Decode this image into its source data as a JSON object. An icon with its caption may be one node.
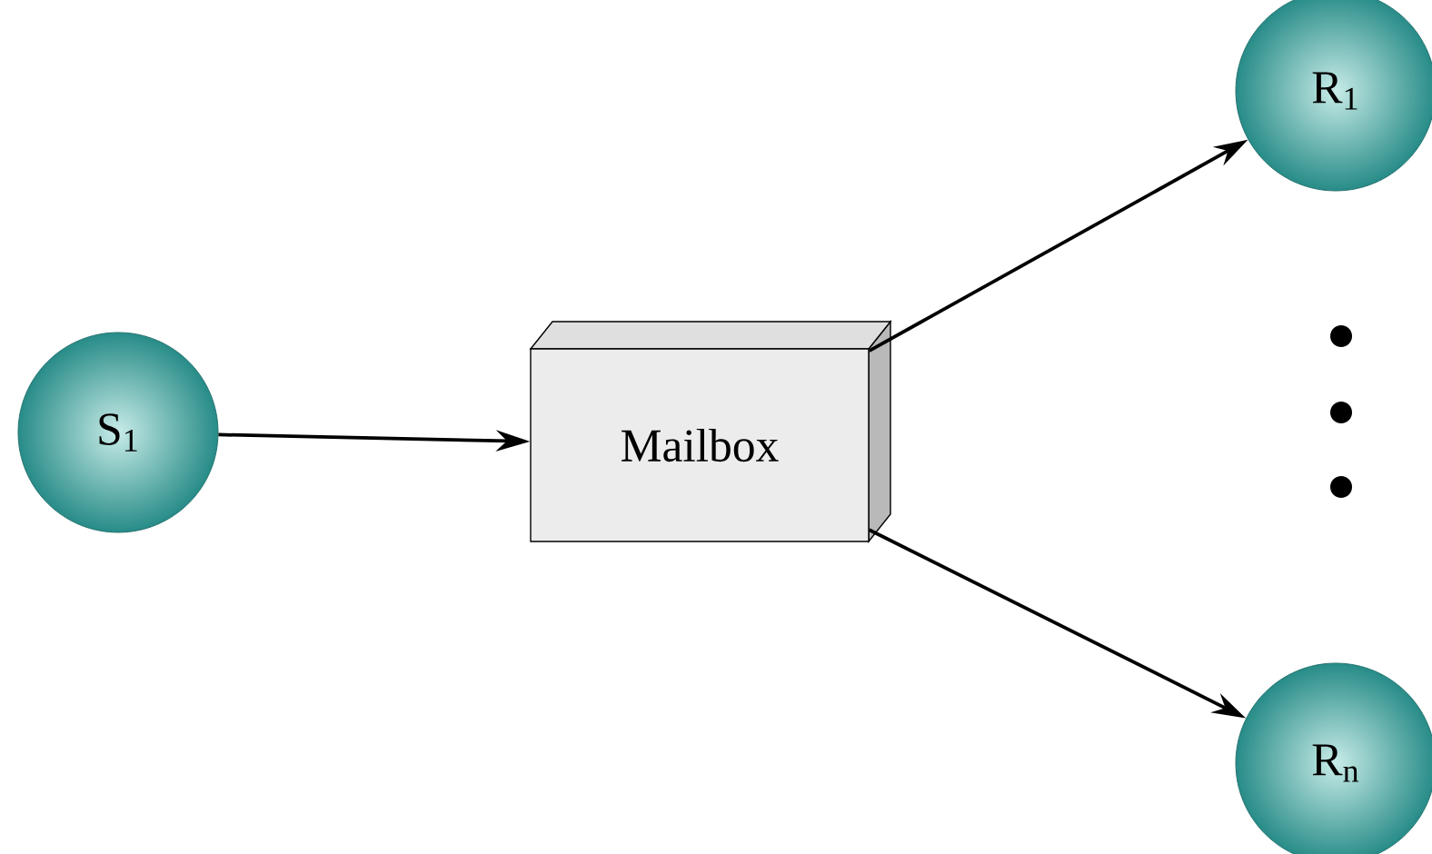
{
  "diagram": {
    "nodes": [
      {
        "text": [
          "S$_{1}$"
        ]
      },
      {
        "text": [
          "Mailbox"
        ]
      },
      {
        "text": [
          "R$_{1}$"
        ]
      },
      {
        "text": [
          "R$_{n}$"
        ]
      }
    ],
    "edges": [
      {
        "from": 0,
        "to": 1,
        "arrow": "to"
      },
      {
        "from": 1,
        "to": 2,
        "arrow": "to"
      },
      {
        "from": 1,
        "to": 3,
        "arrow": "to"
      }
    ]
  }
}
